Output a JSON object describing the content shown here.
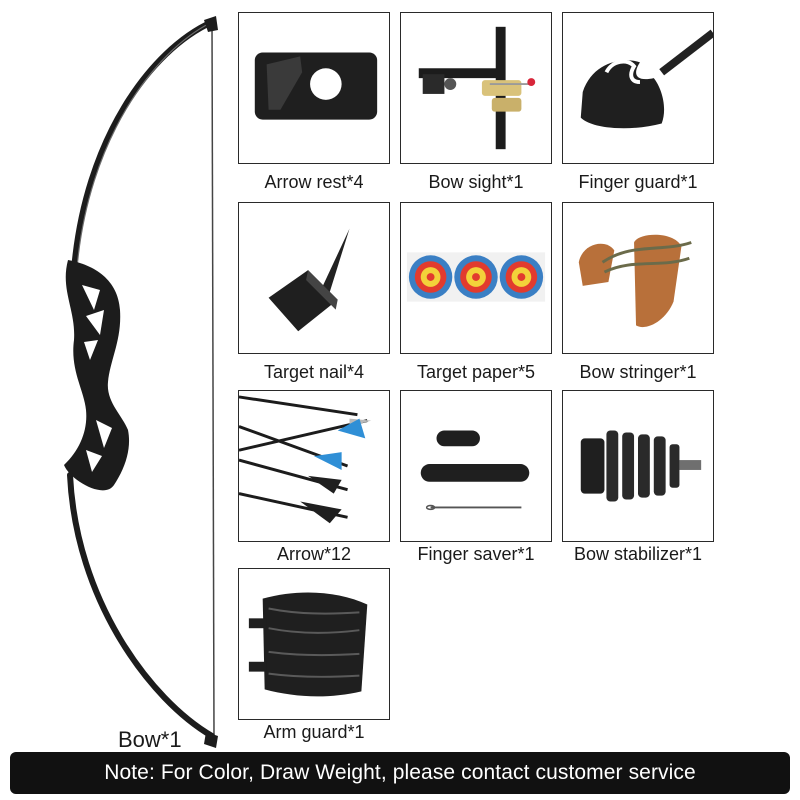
{
  "bow": {
    "label": "Bow*1"
  },
  "items": [
    {
      "label": "Arrow rest*4"
    },
    {
      "label": "Bow sight*1"
    },
    {
      "label": "Finger guard*1"
    },
    {
      "label": "Target nail*4"
    },
    {
      "label": "Target paper*5"
    },
    {
      "label": "Bow stringer*1"
    },
    {
      "label": "Arrow*12"
    },
    {
      "label": "Finger saver*1"
    },
    {
      "label": "Bow stabilizer*1"
    },
    {
      "label": "Arm guard*1"
    }
  ],
  "note": {
    "text": "Note: For Color, Draw Weight, please contact customer service"
  },
  "colors": {
    "background": "#ffffff",
    "note_bar": "#111111",
    "note_text": "#ffffff",
    "frame_border": "#2a2a2a",
    "product_black": "#1c1c1c",
    "fletching_blue": "#2f8fd6",
    "leather_brown": "#b8703a",
    "target_red": "#e23b2e",
    "target_yellow": "#f3d23a",
    "target_blue": "#3a7fc4"
  }
}
